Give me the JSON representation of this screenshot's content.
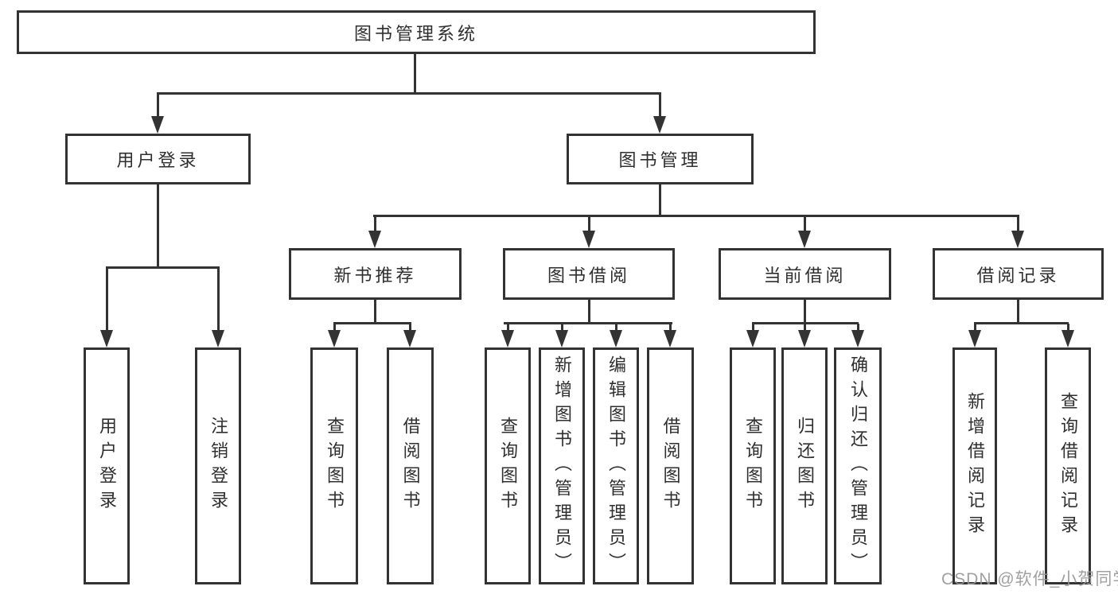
{
  "tree": {
    "root": "图书管理系统",
    "login": {
      "label": "用户登录",
      "children": [
        "用户登录",
        "注销登录"
      ]
    },
    "mgmt": {
      "label": "图书管理",
      "groups": [
        {
          "label": "新书推荐",
          "children": [
            "查询图书",
            "借阅图书"
          ]
        },
        {
          "label": "图书借阅",
          "children": [
            "查询图书",
            "新增图书（管理员）",
            "编辑图书（管理员）",
            "借阅图书"
          ]
        },
        {
          "label": "当前借阅",
          "children": [
            "查询图书",
            "归还图书",
            "确认归还（管理员）"
          ]
        },
        {
          "label": "借阅记录",
          "children": [
            "新增借阅记录",
            "查询借阅记录"
          ]
        }
      ]
    }
  },
  "watermark": "CSDN @软件_小贺同学",
  "colors": {
    "line": "#333333",
    "text": "#2f2f2f",
    "background": "#ffffff",
    "watermark": "#969696"
  }
}
